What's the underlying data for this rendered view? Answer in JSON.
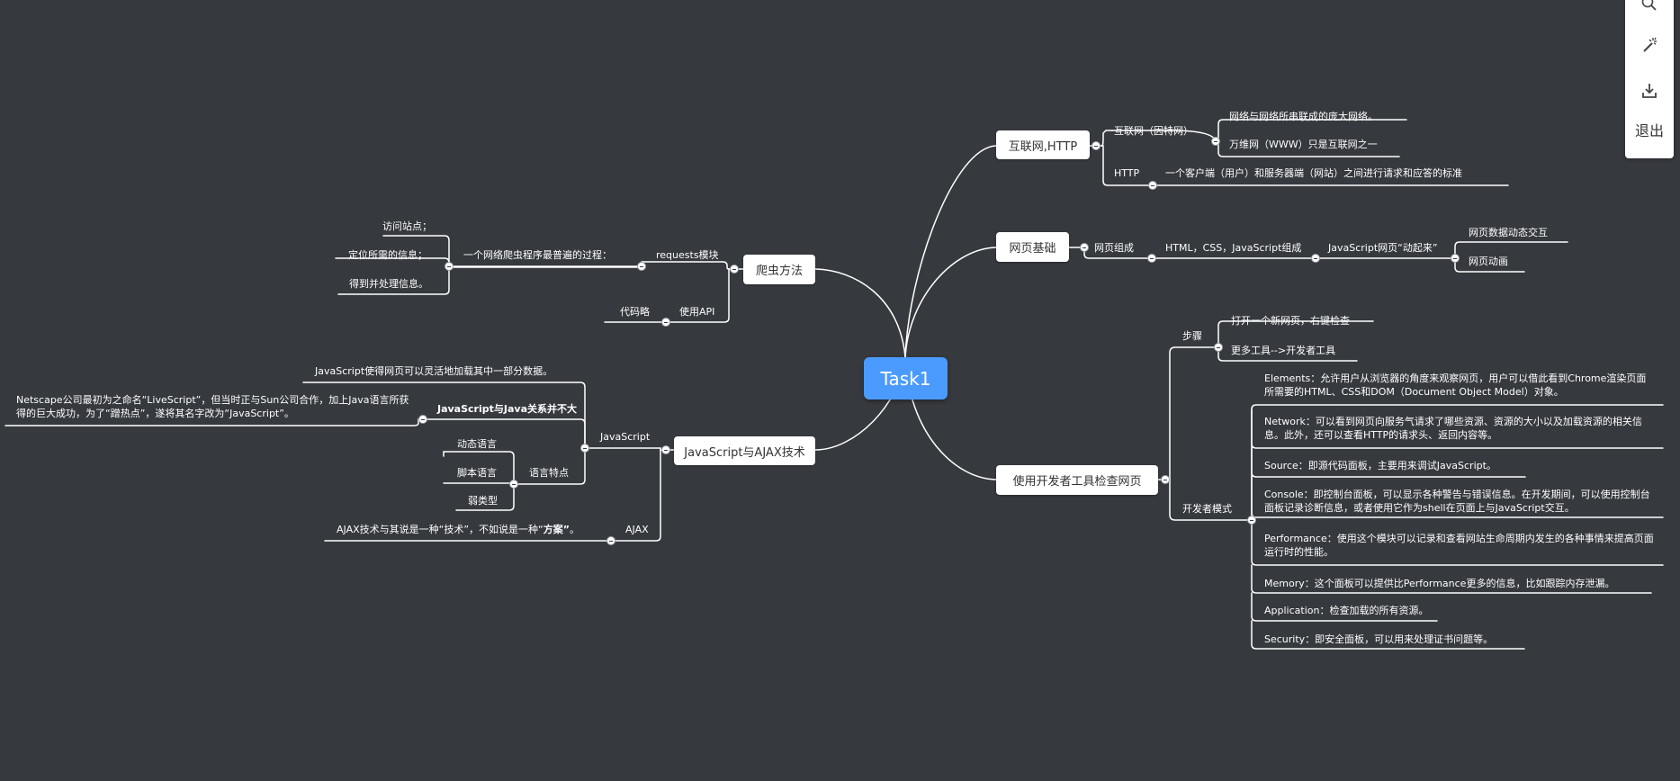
{
  "root": "Task1",
  "branches": {
    "internet": {
      "label": "互联网,HTTP",
      "node_internet": "互联网（因特网）",
      "internet_def1": "网络与网络所串联成的庞大网络。",
      "internet_def2": "万维网（WWW）只是互联网之一",
      "node_http": "HTTP",
      "http_def": "一个客户端（用户）和服务器端（网站）之间进行请求和应答的标准"
    },
    "webbasics": {
      "label": "网页基础",
      "composition": "网页组成",
      "html_css_js": "HTML，CSS，JavaScript组成",
      "js_dynamic": "JavaScript网页“动起来”",
      "data_interaction": "网页数据动态交互",
      "animation": "网页动画"
    },
    "devtools": {
      "label": "使用开发者工具检查网页",
      "steps": "步骤",
      "step1": "打开一个新网页，右键检查",
      "step2": "更多工具-->开发者工具",
      "mode": "开发者模式",
      "elements": "Elements：允许用户从浏览器的角度来观察网页，用户可以借此看到Chrome渲染页面所需要的HTML、CSS和DOM（Document Object Model）对象。",
      "network": "Network：可以看到网页向服务气请求了哪些资源、资源的大小以及加载资源的相关信息。此外，还可以查看HTTP的请求头、返回内容等。",
      "source": "Source：即源代码面板，主要用来调试JavaScript。",
      "console": "Console：即控制台面板，可以显示各种警告与错误信息。在开发期间，可以使用控制台面板记录诊断信息，或者使用它作为shell在页面上与JavaScript交互。",
      "performance": "Performance：使用这个模块可以记录和查看网站生命周期内发生的各种事情来提高页面运行时的性能。",
      "memory": "Memory：这个面板可以提供比Performance更多的信息，比如跟踪内存泄漏。",
      "application": "Application：检查加载的所有资源。",
      "security": "Security：即安全面板，可以用来处理证书问题等。"
    },
    "crawler": {
      "label": "爬虫方法",
      "requests": "requests模块",
      "process": "一个网络爬虫程序最普遍的过程：",
      "step1": "访问站点；",
      "step2": "定位所需的信息；",
      "step3": "得到并处理信息。",
      "api": "使用API",
      "omit": "代码略"
    },
    "jsajax": {
      "label": "JavaScript与AJAX技术",
      "js": "JavaScript",
      "js_load": "JavaScript使得网页可以灵活地加载其中一部分数据。",
      "js_java": "JavaScript与Java关系并不大",
      "js_java_note": "Netscape公司最初为之命名“LiveScript”，但当时正与Sun公司合作，加上Java语言所获得的巨大成功，为了“蹭热点”，遂将其名字改为“JavaScript”。",
      "features": "语言特点",
      "dynamic_lang": "动态语言",
      "script_lang": "脚本语言",
      "weak_type": "弱类型",
      "ajax": "AJAX",
      "ajax_note_pre": "AJAX技术与其说是一种“技术”，不如说是一种“",
      "ajax_note_bold": "方案”",
      "ajax_note_post": "。"
    }
  },
  "toolbar": {
    "zoom_icon": "zoom-icon",
    "magic_icon": "magic-wand-icon",
    "download_icon": "download-icon",
    "exit_label": "退出"
  },
  "colors": {
    "background": "#36393e",
    "root": "#4b9bff",
    "line": "#ffffff"
  }
}
